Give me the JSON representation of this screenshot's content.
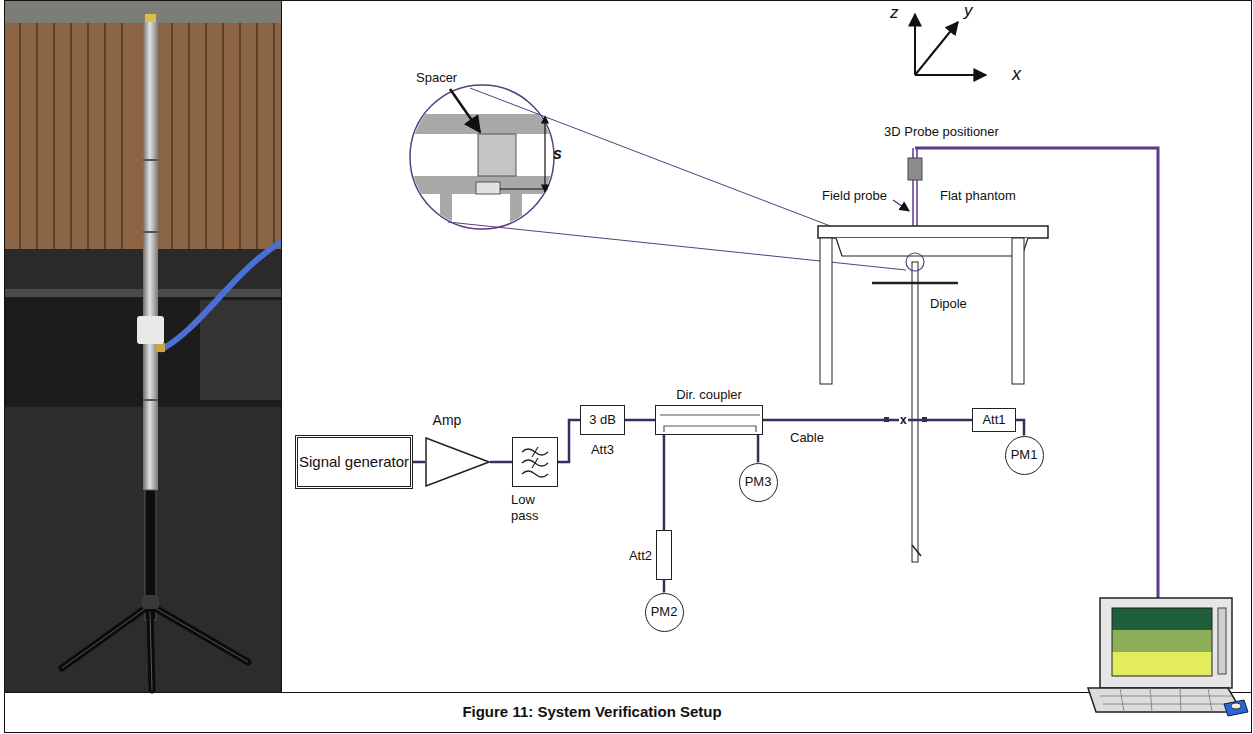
{
  "diagram": {
    "caption": "Figure 11: System Verification Setup",
    "nodes": [
      {
        "text": [
          "Signal generator"
        ]
      },
      {
        "text": [
          "Amp"
        ]
      },
      {
        "text": [
          "Low pass"
        ]
      },
      {
        "text": [
          "3 dB",
          "Att3"
        ]
      },
      {
        "text": [
          "Dir. coupler"
        ]
      },
      {
        "text": [
          "Att2"
        ]
      },
      {
        "text": [
          "PM2"
        ]
      },
      {
        "text": [
          "PM3"
        ]
      },
      {
        "text": [
          "Att1"
        ]
      },
      {
        "text": [
          "PM1"
        ]
      }
    ],
    "edges": [
      {
        "from": 0,
        "to": 1,
        "arrow": "none"
      },
      {
        "from": 1,
        "to": 2,
        "arrow": "none"
      },
      {
        "from": 2,
        "to": 3,
        "arrow": "none"
      },
      {
        "from": 3,
        "to": 4,
        "arrow": "none"
      },
      {
        "from": 4,
        "to": 5,
        "arrow": "none"
      },
      {
        "from": 5,
        "to": 6,
        "arrow": "none"
      },
      {
        "from": 4,
        "to": 7,
        "arrow": "none"
      },
      {
        "from": 4,
        "to": 8,
        "label": "Cable",
        "arrow": "none"
      },
      {
        "from": 8,
        "to": 9,
        "arrow": "none"
      }
    ],
    "labels": [
      "z",
      "y",
      "x",
      "3D Probe positioner",
      "Spacer",
      "s",
      "Field probe",
      "Flat phantom",
      "Dipole",
      "x"
    ]
  }
}
